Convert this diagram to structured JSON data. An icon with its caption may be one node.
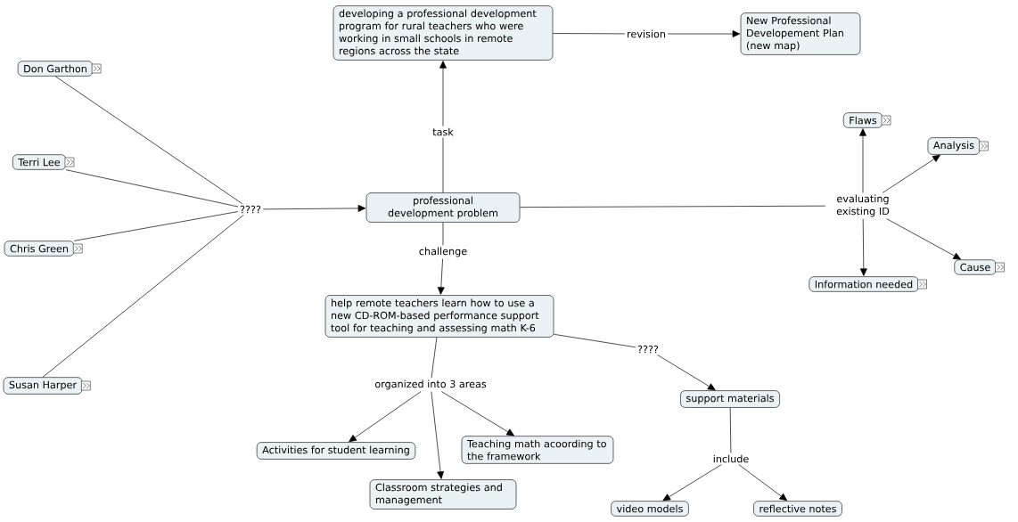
{
  "diagram": {
    "nodes": [
      {
        "text": [
          "Don Garthon"
        ]
      },
      {
        "text": [
          "Terri Lee"
        ]
      },
      {
        "text": [
          "Chris Green"
        ]
      },
      {
        "text": [
          "Susan Harper"
        ]
      },
      {
        "text": [
          "????"
        ]
      },
      {
        "text": [
          "developing a professional development program for rural teachers who were working in small schools in remote regions across the state"
        ]
      },
      {
        "text": [
          "revision"
        ]
      },
      {
        "text": [
          "New Professional Developement Plan (new map)"
        ]
      },
      {
        "text": [
          "task"
        ]
      },
      {
        "text": [
          "professional development problem"
        ]
      },
      {
        "text": [
          "evaluating existing ID"
        ]
      },
      {
        "text": [
          "Flaws"
        ]
      },
      {
        "text": [
          "Analysis"
        ]
      },
      {
        "text": [
          "Cause"
        ]
      },
      {
        "text": [
          "Information needed"
        ]
      },
      {
        "text": [
          "challenge"
        ]
      },
      {
        "text": [
          "help remote teachers learn how to use a new CD-ROM-based performance support tool for teaching and assessing math K-6"
        ]
      },
      {
        "text": [
          "????"
        ]
      },
      {
        "text": [
          "support materials"
        ]
      },
      {
        "text": [
          "organized into 3 areas"
        ]
      },
      {
        "text": [
          "Activities for student learning"
        ]
      },
      {
        "text": [
          "Teaching math acoording to the framework"
        ]
      },
      {
        "text": [
          "Classroom strategies and management"
        ]
      },
      {
        "text": [
          "include"
        ]
      },
      {
        "text": [
          "video models"
        ]
      },
      {
        "text": [
          "reflective notes"
        ]
      }
    ],
    "edges": [
      {
        "from": 0,
        "to": 4,
        "arrow": "none"
      },
      {
        "from": 1,
        "to": 4,
        "arrow": "none"
      },
      {
        "from": 2,
        "to": 4,
        "arrow": "none"
      },
      {
        "from": 3,
        "to": 4,
        "arrow": "none"
      },
      {
        "from": 4,
        "to": 9,
        "arrow": "to"
      },
      {
        "from": 9,
        "to": 8,
        "arrow": "none"
      },
      {
        "from": 8,
        "to": 5,
        "arrow": "to"
      },
      {
        "from": 5,
        "to": 6,
        "arrow": "none"
      },
      {
        "from": 6,
        "to": 7,
        "arrow": "to"
      },
      {
        "from": 9,
        "to": 10,
        "arrow": "none"
      },
      {
        "from": 10,
        "to": 11,
        "arrow": "to"
      },
      {
        "from": 10,
        "to": 12,
        "arrow": "to"
      },
      {
        "from": 10,
        "to": 13,
        "arrow": "to"
      },
      {
        "from": 10,
        "to": 14,
        "arrow": "to"
      },
      {
        "from": 9,
        "to": 15,
        "arrow": "none"
      },
      {
        "from": 15,
        "to": 16,
        "arrow": "to"
      },
      {
        "from": 16,
        "to": 17,
        "arrow": "none"
      },
      {
        "from": 17,
        "to": 18,
        "arrow": "to"
      },
      {
        "from": 16,
        "to": 19,
        "arrow": "none"
      },
      {
        "from": 19,
        "to": 20,
        "arrow": "to"
      },
      {
        "from": 19,
        "to": 22,
        "arrow": "to"
      },
      {
        "from": 19,
        "to": 21,
        "arrow": "to"
      },
      {
        "from": 18,
        "to": 23,
        "arrow": "none"
      },
      {
        "from": 23,
        "to": 24,
        "arrow": "to"
      },
      {
        "from": 23,
        "to": 25,
        "arrow": "to"
      }
    ]
  }
}
